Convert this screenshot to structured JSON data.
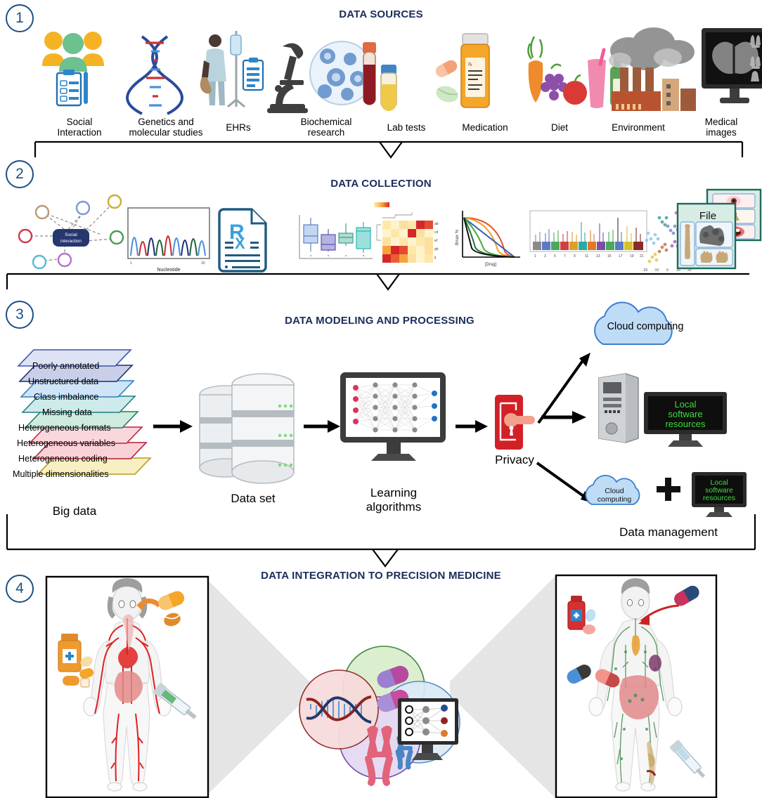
{
  "figure": {
    "title": "Data to precision medicine workflow",
    "accent_navy": "#1b2d5b",
    "accent_circle": "#1b4f87"
  },
  "steps": [
    {
      "number": "1",
      "title": "DATA SOURCES"
    },
    {
      "number": "2",
      "title": "DATA COLLECTION"
    },
    {
      "number": "3",
      "title": "DATA MODELING AND PROCESSING"
    },
    {
      "number": "4",
      "title": "DATA INTEGRATION TO PRECISION MEDICINE"
    }
  ],
  "data_sources": {
    "items": [
      {
        "label_line1": "Social",
        "label_line2": "Interaction",
        "icon": "people-clipboard-icon"
      },
      {
        "label_line1": "Genetics and",
        "label_line2": "molecular studies",
        "icon": "dna-helix-icon"
      },
      {
        "label_line1": "EHRs",
        "label_line2": "",
        "icon": "patient-iv-clipboard-icon"
      },
      {
        "label_line1": "Biochemical",
        "label_line2": "research",
        "icon": "microscope-petri-icon"
      },
      {
        "label_line1": "Lab tests",
        "label_line2": "",
        "icon": "blood-urine-tubes-icon"
      },
      {
        "label_line1": "Medication",
        "label_line2": "",
        "icon": "pill-bottle-icon"
      },
      {
        "label_line1": "Diet",
        "label_line2": "",
        "icon": "fruit-vegetable-drink-icon"
      },
      {
        "label_line1": "Environment",
        "label_line2": "",
        "icon": "factory-smoke-icon"
      },
      {
        "label_line1": "Medical",
        "label_line2": "images",
        "icon": "brain-xray-monitor-icon"
      }
    ]
  },
  "data_collection": {
    "items": [
      {
        "icon": "social-network-graph-icon",
        "center_label_line1": "Social",
        "center_label_line2": "interaction"
      },
      {
        "icon": "chromatogram-plot-icon",
        "xlabel": "Nucleotide",
        "xticks": [
          "1",
          "10"
        ]
      },
      {
        "icon": "prescription-document-icon",
        "symbol": "Rx"
      },
      {
        "icon": "boxplot-chart-icon"
      },
      {
        "icon": "heatmap-chart-icon"
      },
      {
        "icon": "dose-response-curve-icon",
        "ylabel": "Bmax %",
        "xlabel": "[Drug]"
      },
      {
        "icon": "manhattan-plot-icon"
      },
      {
        "icon": "tsne-cluster-plot-icon"
      },
      {
        "icon": "medical-image-file-icon",
        "label": "File"
      }
    ]
  },
  "modeling": {
    "big_data": {
      "caption": "Big data",
      "layers": [
        {
          "label": "Poorly annotated",
          "fill": "#dde3f5",
          "edge": "#3b56a8"
        },
        {
          "label": "Unstructured data",
          "fill": "#c9cfe8",
          "edge": "#1e2f6b"
        },
        {
          "label": "Class imbalance",
          "fill": "#cfe4f7",
          "edge": "#2f7fc0"
        },
        {
          "label": "Missing data",
          "fill": "#cfeaea",
          "edge": "#1b7f86"
        },
        {
          "label": "Heterogeneous formats",
          "fill": "#cfeade",
          "edge": "#1d7f5e"
        },
        {
          "label": "Heterogeneous variables",
          "fill": "#f9d7dc",
          "edge": "#c0223a"
        },
        {
          "label": "Heterogeneous coding",
          "fill": "#f9d2d8",
          "edge": "#b01f39"
        },
        {
          "label": "Multiple dimensionalities",
          "fill": "#f8f0c2",
          "edge": "#b79a1b"
        }
      ]
    },
    "data_set": {
      "caption": "Data set",
      "icon": "database-cylinders-icon"
    },
    "learning": {
      "caption_line1": "Learning",
      "caption_line2": "algorithms",
      "icon": "neural-network-monitor-icon"
    },
    "privacy": {
      "caption": "Privacy",
      "icon": "red-door-lock-icon"
    },
    "outputs": [
      {
        "label": "Cloud computing",
        "icon": "cloud-icon"
      },
      {
        "label_line1": "Local",
        "label_line2": "software",
        "label_line3": "resources",
        "icon": "desktop-tower-monitor-icon"
      },
      {
        "label_cloud_line1": "Cloud",
        "label_cloud_line2": "computing",
        "plus": "+",
        "label_mon_line1": "Local",
        "label_mon_line2": "software",
        "label_mon_line3": "resources",
        "icon": "cloud-plus-monitor-icon"
      }
    ],
    "data_management_caption": "Data  management"
  },
  "integration": {
    "left_panel": {
      "icon": "female-body-circulatory-icon"
    },
    "right_panel": {
      "icon": "male-body-lymphatic-icon"
    },
    "venn": [
      {
        "name": "genomics-circle",
        "fill": "#f7dcdc",
        "stroke": "#8e2420",
        "icon": "dna-double-helix-icon"
      },
      {
        "name": "drugs-circle",
        "fill": "#d8eecb",
        "stroke": "#2f7d32",
        "icon": "capsules-icon"
      },
      {
        "name": "cytogenetics-circle",
        "fill": "#e4d9f2",
        "stroke": "#6a3fa0",
        "icon": "chromosome-icon"
      },
      {
        "name": "ai-circle",
        "fill": "#dceaf7",
        "stroke": "#4a86c5",
        "icon": "neural-net-monitor-small-icon"
      }
    ]
  }
}
